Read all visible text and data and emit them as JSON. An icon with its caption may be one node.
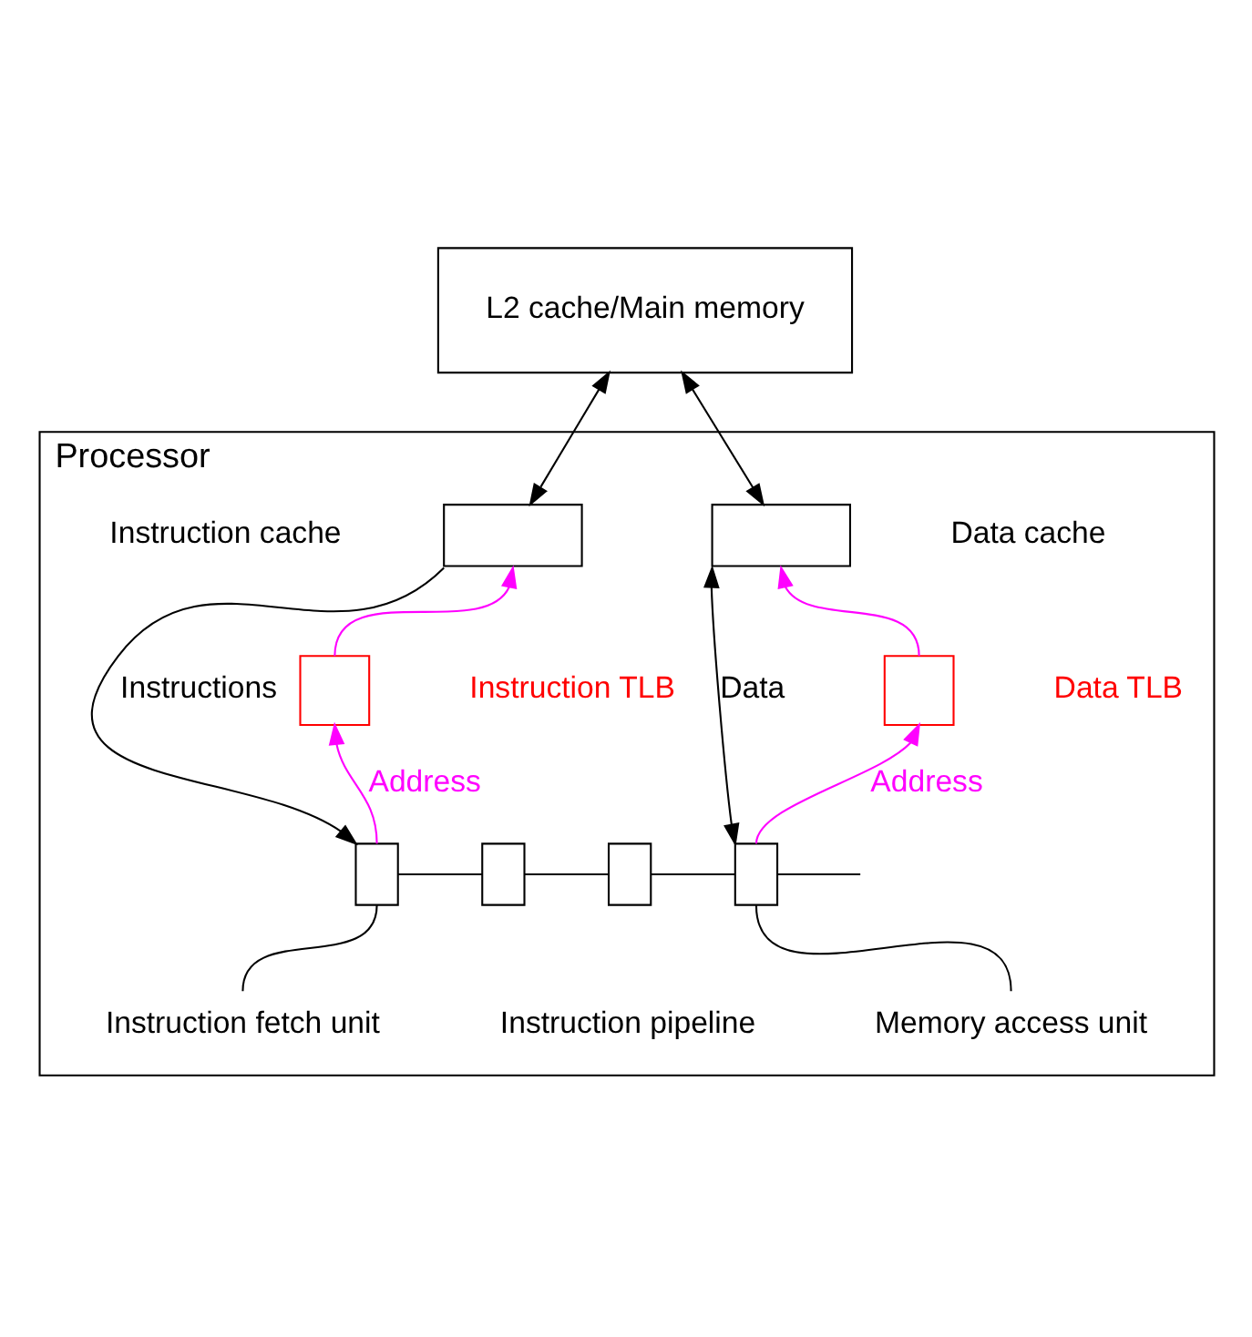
{
  "diagram": {
    "nodes": [
      {
        "text": [
          "L2 cache/Main memory"
        ]
      },
      {
        "text": [
          "Processor"
        ]
      },
      {
        "text": [],
        "shape": "box",
        "in": 1,
        "beside": [
          "Instruction cache"
        ]
      },
      {
        "text": [],
        "shape": "box",
        "in": 1,
        "beside": [
          "Data cache"
        ]
      },
      {
        "text": [],
        "shape": "box",
        "in": 1,
        "beside": [
          "Instruction TLB"
        ]
      },
      {
        "text": [],
        "shape": "box",
        "in": 1,
        "beside": [
          "Data TLB"
        ]
      },
      {
        "text": [],
        "shape": "box",
        "in": 1
      },
      {
        "text": [],
        "shape": "box",
        "in": 1
      },
      {
        "text": [],
        "shape": "box",
        "in": 1
      },
      {
        "text": [],
        "shape": "box",
        "in": 1
      },
      {
        "text": [
          "Instruction fetch unit"
        ],
        "in": 1
      },
      {
        "text": [
          "Memory access unit"
        ],
        "in": 1
      }
    ],
    "edges": [
      {
        "from": 0,
        "to": 2,
        "arrow": "both"
      },
      {
        "from": 0,
        "to": 3,
        "arrow": "both"
      },
      {
        "from": 2,
        "to": 6,
        "arrow": "to",
        "label": "Instructions"
      },
      {
        "from": 6,
        "to": 4,
        "arrow": "to",
        "label": "Address",
        "color": "#ff00ff"
      },
      {
        "from": 4,
        "to": 2,
        "arrow": "to",
        "color": "#ff00ff"
      },
      {
        "from": 9,
        "to": 3,
        "arrow": "both",
        "label": "Data"
      },
      {
        "from": 9,
        "to": 5,
        "arrow": "to",
        "label": "Address",
        "color": "#ff00ff"
      },
      {
        "from": 5,
        "to": 3,
        "arrow": "to",
        "color": "#ff00ff"
      },
      {
        "from": 6,
        "to": 7,
        "arrow": "none"
      },
      {
        "from": 7,
        "to": 8,
        "arrow": "none"
      },
      {
        "from": 8,
        "to": 9,
        "arrow": "none"
      },
      {
        "from": 9,
        "to": null,
        "arrow": "none"
      },
      {
        "from": 10,
        "to": 6,
        "arrow": "none"
      },
      {
        "from": 11,
        "to": 9,
        "arrow": "none"
      }
    ],
    "labels": [
      "Instruction pipeline"
    ]
  }
}
